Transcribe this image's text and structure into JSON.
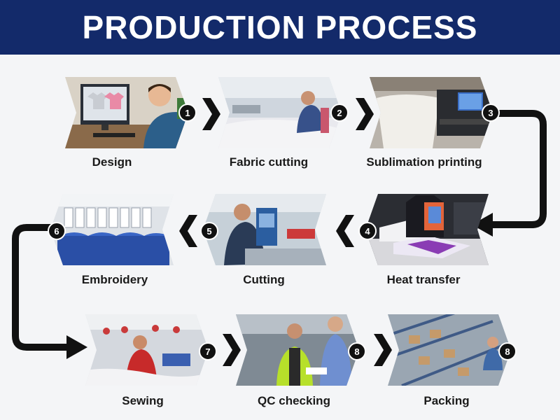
{
  "title": "PRODUCTION PROCESS",
  "steps": [
    {
      "number": "1",
      "label": "Design",
      "icon": "designer-at-computer-icon"
    },
    {
      "number": "2",
      "label": "Fabric cutting",
      "icon": "fabric-cutting-icon"
    },
    {
      "number": "3",
      "label": "Sublimation printing",
      "icon": "printer-icon"
    },
    {
      "number": "4",
      "label": "Heat transfer",
      "icon": "heat-press-icon"
    },
    {
      "number": "5",
      "label": "Cutting",
      "icon": "cutting-machine-icon"
    },
    {
      "number": "6",
      "label": "Embroidery",
      "icon": "embroidery-machine-icon"
    },
    {
      "number": "7",
      "label": "Sewing",
      "icon": "sewing-icon"
    },
    {
      "number": "8",
      "label": "QC checking",
      "icon": "inspection-icon"
    },
    {
      "number": "8",
      "label": "Packing",
      "icon": "boxes-icon"
    }
  ],
  "colors": {
    "header": "#132a6a",
    "arrow": "#111111"
  }
}
